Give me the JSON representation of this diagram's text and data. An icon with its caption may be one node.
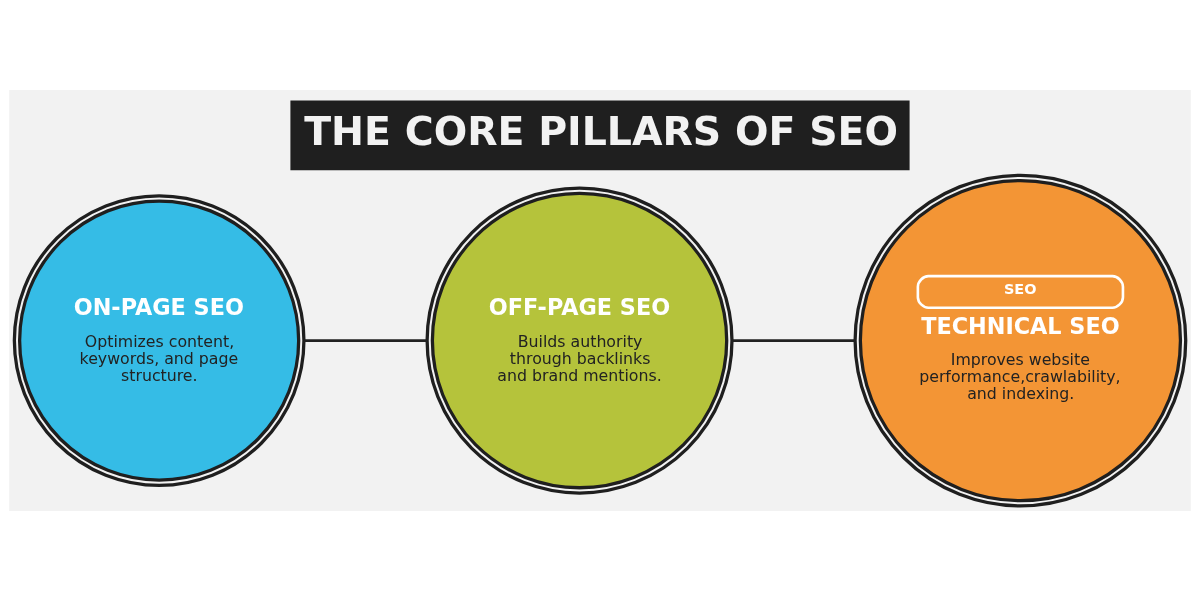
{
  "diagram": {
    "title": "THE CORE PILLARS OF SEO",
    "nodes": [
      {
        "text": [
          "ON-PAGE SEO",
          "Optimizes content, keywords, and page structure."
        ]
      },
      {
        "text": [
          "OFF-PAGE SEO",
          "Builds authority through backlinks and brand mentions."
        ]
      },
      {
        "text": [
          "SEO",
          "TECHNICAL SEO",
          "Improves website performance,crawlability, and indexing."
        ]
      }
    ],
    "edges": [
      {
        "from": 0,
        "to": 1,
        "arrow": "none"
      },
      {
        "from": 1,
        "to": 2,
        "arrow": "none"
      }
    ]
  }
}
